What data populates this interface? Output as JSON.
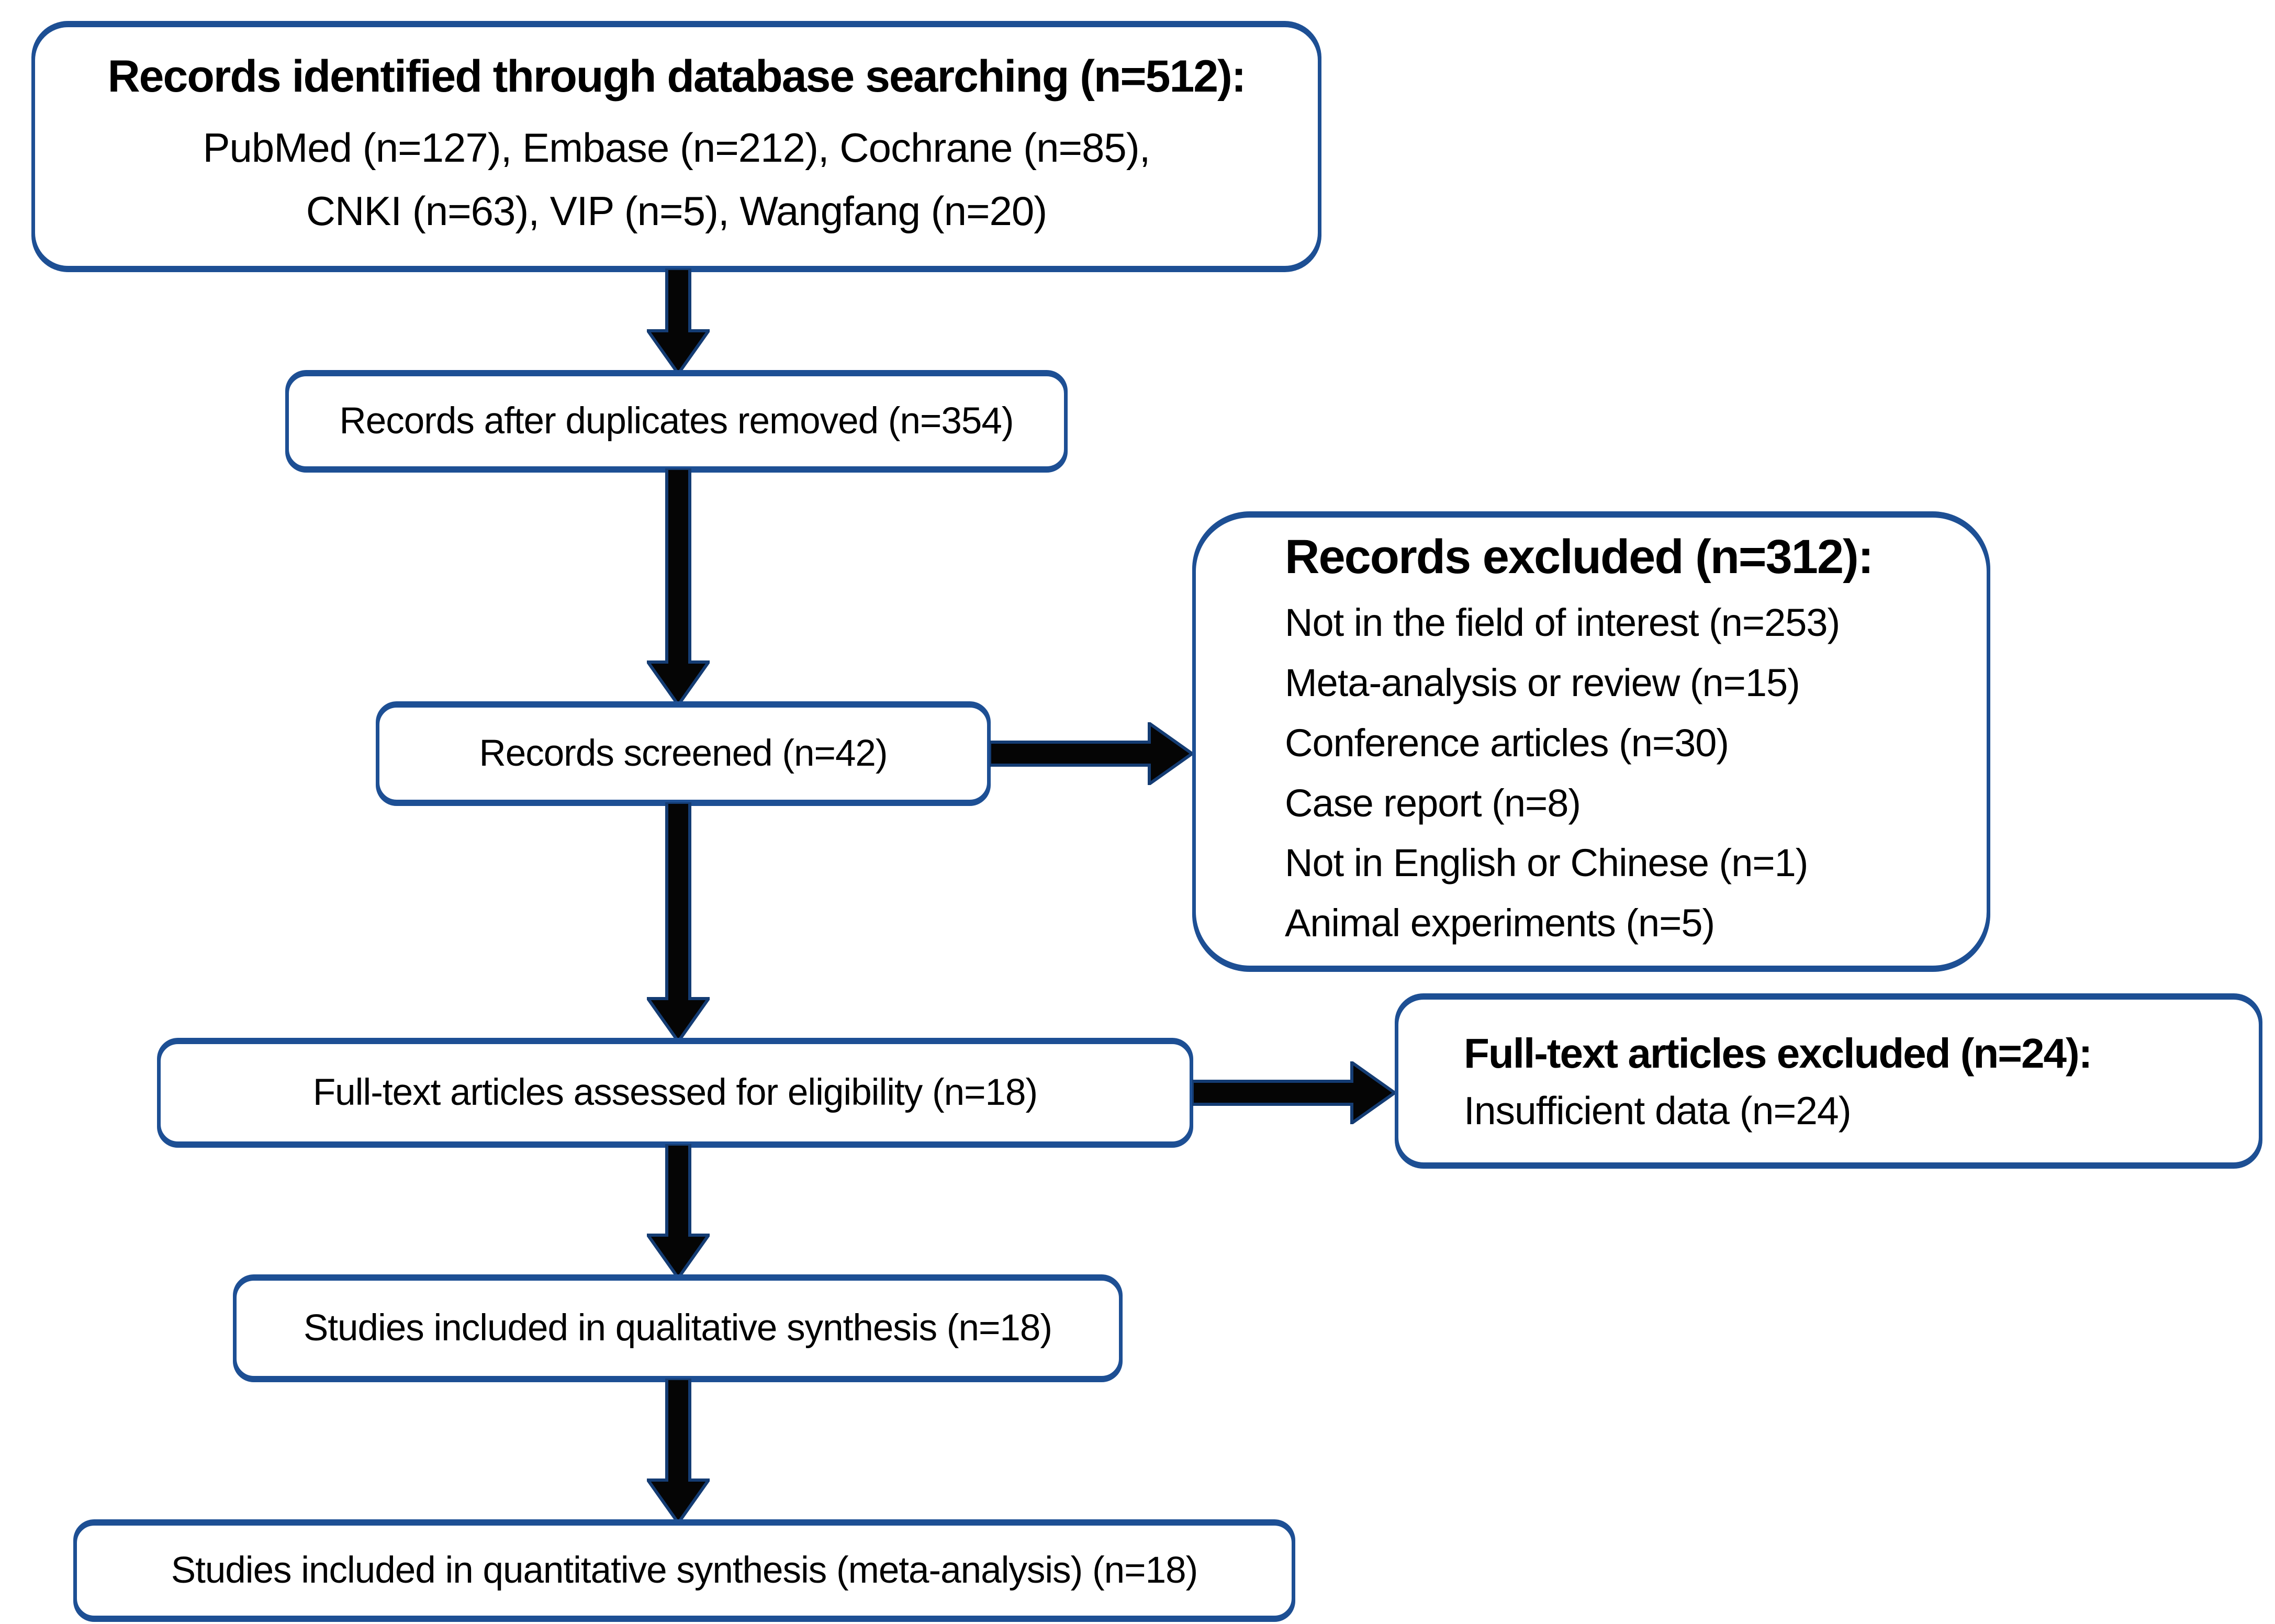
{
  "diagram": {
    "boxes": {
      "identification": {
        "title": "Records identified through database searching (n=512):",
        "lines": [
          "PubMed (n=127), Embase (n=212), Cochrane (n=85),",
          "CNKI (n=63), VIP (n=5), Wangfang (n=20)"
        ]
      },
      "duplicates_removed": {
        "label": "Records after duplicates removed (n=354)"
      },
      "records_screened": {
        "label": "Records screened (n=42)"
      },
      "records_excluded": {
        "title": "Records excluded (n=312):",
        "items": [
          "Not in the field of interest (n=253)",
          "Meta-analysis or review (n=15)",
          "Conference articles (n=30)",
          "Case report (n=8)",
          "Not in English or Chinese (n=1)",
          "Animal experiments (n=5)"
        ]
      },
      "fulltext_assessed": {
        "label": "Full-text articles assessed for eligibility (n=18)"
      },
      "fulltext_excluded": {
        "title": "Full-text articles excluded (n=24):",
        "items": [
          "Insufficient data (n=24)"
        ]
      },
      "qualitative_synthesis": {
        "label": "Studies included in qualitative synthesis (n=18)"
      },
      "quantitative_synthesis": {
        "label": "Studies included in quantitative synthesis (meta-analysis) (n=18)"
      }
    },
    "colors": {
      "box_border": "#1d4f94",
      "arrow_fill": "#050505",
      "arrow_outline": "#143c73",
      "text": "#000000",
      "background": "#ffffff"
    }
  }
}
